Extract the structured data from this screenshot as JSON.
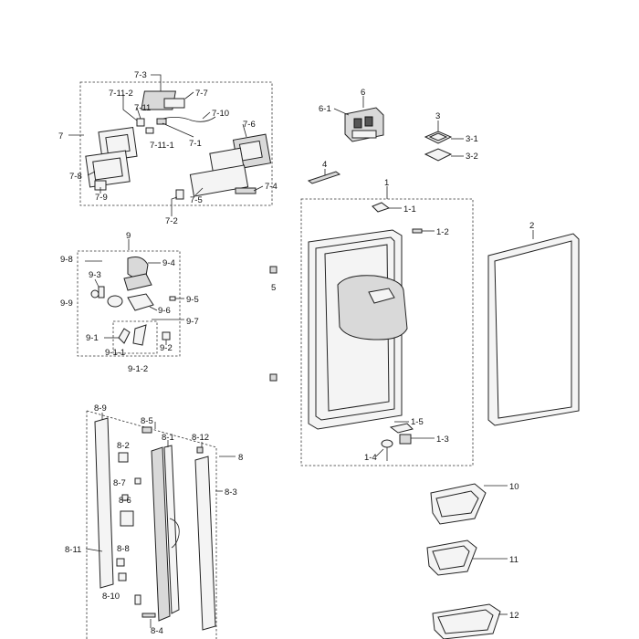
{
  "callouts": [
    {
      "id": "7-3",
      "text": "7-3"
    },
    {
      "id": "7-11-2",
      "text": "7-11-2"
    },
    {
      "id": "7-7",
      "text": "7-7"
    },
    {
      "id": "7-11",
      "text": "7-11"
    },
    {
      "id": "7-10",
      "text": "7-10"
    },
    {
      "id": "7",
      "text": "7"
    },
    {
      "id": "7-6",
      "text": "7-6"
    },
    {
      "id": "7-1",
      "text": "7-1"
    },
    {
      "id": "7-11-1",
      "text": "7-11-1"
    },
    {
      "id": "7-8",
      "text": "7-8"
    },
    {
      "id": "7-4",
      "text": "7-4"
    },
    {
      "id": "7-9",
      "text": "7-9"
    },
    {
      "id": "7-5",
      "text": "7-5"
    },
    {
      "id": "7-2",
      "text": "7-2"
    },
    {
      "id": "6",
      "text": "6"
    },
    {
      "id": "6-1",
      "text": "6-1"
    },
    {
      "id": "3",
      "text": "3"
    },
    {
      "id": "3-1",
      "text": "3-1"
    },
    {
      "id": "3-2",
      "text": "3-2"
    },
    {
      "id": "4",
      "text": "4"
    },
    {
      "id": "1",
      "text": "1"
    },
    {
      "id": "1-1",
      "text": "1-1"
    },
    {
      "id": "1-2",
      "text": "1-2"
    },
    {
      "id": "2",
      "text": "2"
    },
    {
      "id": "5",
      "text": "5"
    },
    {
      "id": "9",
      "text": "9"
    },
    {
      "id": "9-8",
      "text": "9-8"
    },
    {
      "id": "9-4",
      "text": "9-4"
    },
    {
      "id": "9-3",
      "text": "9-3"
    },
    {
      "id": "9-9",
      "text": "9-9"
    },
    {
      "id": "9-5",
      "text": "9-5"
    },
    {
      "id": "9-6",
      "text": "9-6"
    },
    {
      "id": "9-7",
      "text": "9-7"
    },
    {
      "id": "9-1",
      "text": "9-1"
    },
    {
      "id": "9-2",
      "text": "9-2"
    },
    {
      "id": "9-1-1",
      "text": "9-1-1"
    },
    {
      "id": "9-1-2",
      "text": "9-1-2"
    },
    {
      "id": "1-5",
      "text": "1-5"
    },
    {
      "id": "1-3",
      "text": "1-3"
    },
    {
      "id": "1-4",
      "text": "1-4"
    },
    {
      "id": "8-9",
      "text": "8-9"
    },
    {
      "id": "8-5",
      "text": "8-5"
    },
    {
      "id": "8-1",
      "text": "8-1"
    },
    {
      "id": "8-12",
      "text": "8-12"
    },
    {
      "id": "8",
      "text": "8"
    },
    {
      "id": "8-2",
      "text": "8-2"
    },
    {
      "id": "8-3",
      "text": "8-3"
    },
    {
      "id": "8-7",
      "text": "8-7"
    },
    {
      "id": "8-6",
      "text": "8-6"
    },
    {
      "id": "8-11",
      "text": "8-11"
    },
    {
      "id": "8-8",
      "text": "8-8"
    },
    {
      "id": "8-10",
      "text": "8-10"
    },
    {
      "id": "8-4",
      "text": "8-4"
    },
    {
      "id": "10",
      "text": "10"
    },
    {
      "id": "11",
      "text": "11"
    },
    {
      "id": "12",
      "text": "12"
    }
  ]
}
